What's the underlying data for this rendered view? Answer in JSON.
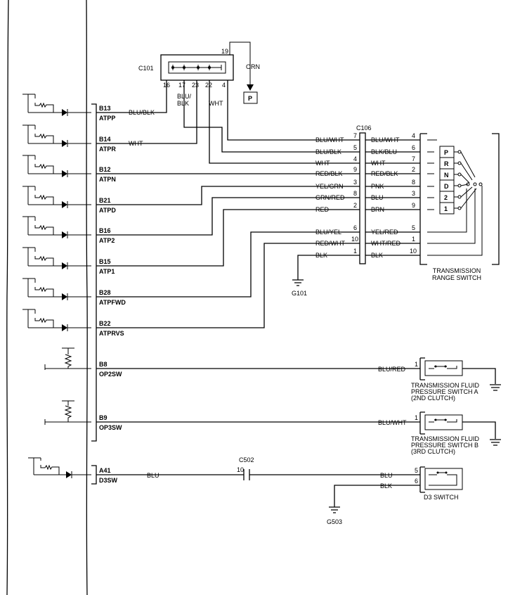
{
  "ecu_pins": [
    {
      "pin": "B13",
      "name": "ATPP",
      "wire": "BLU/BLK"
    },
    {
      "pin": "B14",
      "name": "ATPR",
      "wire": "WHT"
    },
    {
      "pin": "B12",
      "name": "ATPN",
      "wire": ""
    },
    {
      "pin": "B21",
      "name": "ATPD",
      "wire": ""
    },
    {
      "pin": "B16",
      "name": "ATP2",
      "wire": ""
    },
    {
      "pin": "B15",
      "name": "ATP1",
      "wire": ""
    },
    {
      "pin": "B28",
      "name": "ATPFWD",
      "wire": ""
    },
    {
      "pin": "B22",
      "name": "ATPRVS",
      "wire": ""
    },
    {
      "pin": "B8",
      "name": "OP2SW",
      "wire": ""
    },
    {
      "pin": "B9",
      "name": "OP3SW",
      "wire": ""
    },
    {
      "pin": "A41",
      "name": "D3SW",
      "wire": "BLU"
    }
  ],
  "c101": {
    "label": "C101",
    "pins": [
      "16",
      "17",
      "23",
      "22",
      "4"
    ],
    "top_pin": "19",
    "wire_blu_blk": [
      "BLU/",
      "BLK"
    ],
    "wire_wht": "WHT",
    "wire_orn": "ORN",
    "box_p": "P"
  },
  "c106": {
    "label": "C106",
    "rows": [
      {
        "in_wire": "BLU/WHT",
        "in_pin": "7",
        "out_pin": "4",
        "out_wire": "BLU/WHT",
        "sw_pin": "4"
      },
      {
        "in_wire": "BLU/BLK",
        "in_pin": "5",
        "out_pin": "6",
        "out_wire": "BLK/BLU",
        "sw_pin": "6"
      },
      {
        "in_wire": "WHT",
        "in_pin": "4",
        "out_pin": "7",
        "out_wire": "WHT",
        "sw_pin": "7"
      },
      {
        "in_wire": "RED/BLK",
        "in_pin": "9",
        "out_pin": "2",
        "out_wire": "RED/BLK",
        "sw_pin": "2"
      },
      {
        "in_wire": "YEL/GRN",
        "in_pin": "3",
        "out_pin": "8",
        "out_wire": "PNK",
        "sw_pin": "8"
      },
      {
        "in_wire": "GRN/RED",
        "in_pin": "8",
        "out_pin": "3",
        "out_wire": "BLU",
        "sw_pin": "3"
      },
      {
        "in_wire": "RED",
        "in_pin": "2",
        "out_pin": "9",
        "out_wire": "BRN",
        "sw_pin": "9"
      },
      {
        "in_wire": "BLU/YEL",
        "in_pin": "6",
        "out_pin": "5",
        "out_wire": "YEL/RED",
        "sw_pin": "5"
      },
      {
        "in_wire": "RED/WHT",
        "in_pin": "10",
        "out_pin": "1",
        "out_wire": "WHT/RED",
        "sw_pin": "1"
      },
      {
        "in_wire": "BLK",
        "in_pin": "1",
        "out_pin": "10",
        "out_wire": "BLK",
        "sw_pin": "10"
      }
    ]
  },
  "range_switch": {
    "positions": [
      "P",
      "R",
      "N",
      "D",
      "2",
      "1"
    ],
    "title_line1": "TRANSMISSION",
    "title_line2": "RANGE SWITCH"
  },
  "grounds": {
    "g101": "G101",
    "g503": "G503"
  },
  "pressure_a": {
    "wire": "BLU/RED",
    "pin": "1",
    "lines": [
      "TRANSMISSION FLUID",
      "PRESSURE SWITCH A",
      "(2ND CLUTCH)"
    ]
  },
  "pressure_b": {
    "wire": "BLU/WHT",
    "pin": "1",
    "lines": [
      "TRANSMISSION FLUID",
      "PRESSURE SWITCH B",
      "(3RD CLUTCH)"
    ]
  },
  "c502": {
    "label": "C502",
    "pin": "10"
  },
  "d3_switch": {
    "wire_blu": "BLU",
    "wire_blk": "BLK",
    "pin_top": "5",
    "pin_bot": "6",
    "title": "D3 SWITCH"
  }
}
